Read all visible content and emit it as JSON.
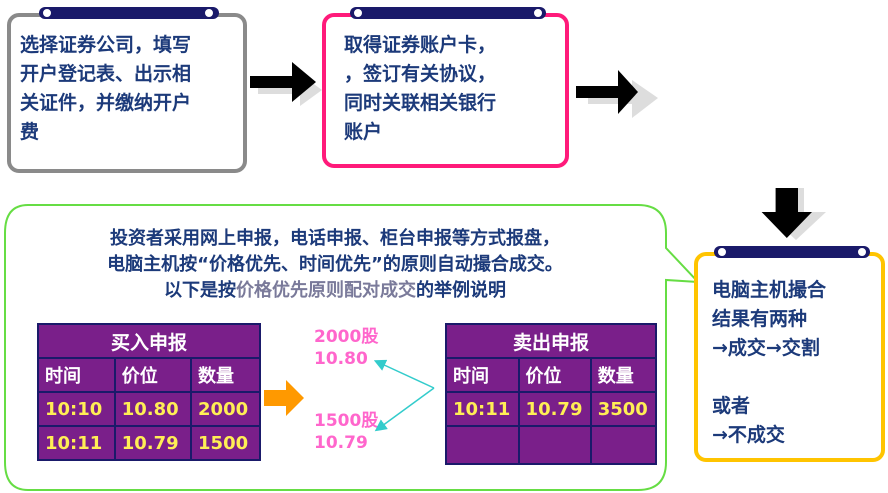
{
  "step1": {
    "text": "选择证券公司，填写\n开户登记表、出示相\n关证件，并缴纳开户\n费"
  },
  "step2": {
    "text": "取得证券账户卡，\n，签订有关协议，\n同时关联相关银行\n账户"
  },
  "bubble": {
    "line1": "投资者采用网上申报，电话申报、柜台申报等方式报盘，",
    "line2": "电脑主机按“价格优先、时间优先”的原则自动撮合成交。",
    "line3_prefix": "以下是按",
    "line3_emph": "价格优先原则配对成交",
    "line3_suffix": "的举例说明"
  },
  "buy_table": {
    "title": "买入申报",
    "headers": [
      "时间",
      "价位",
      "数量"
    ],
    "rows": [
      [
        "10:10",
        "10.80",
        "2000"
      ],
      [
        "10:11",
        "10.79",
        "1500"
      ]
    ]
  },
  "sell_table": {
    "title": "卖出申报",
    "headers": [
      "时间",
      "价位",
      "数量"
    ],
    "rows": [
      [
        "10:11",
        "10.79",
        "3500"
      ]
    ]
  },
  "matches": {
    "first": "2000股\n10.80",
    "second": "1500股\n10.79"
  },
  "result": {
    "text": "电脑主机撮合\n结果有两种\n→成交→交割\n\n或者\n→不成交"
  },
  "colors": {
    "text_blue": "#1c3a7a",
    "card1_border": "#8a8a8a",
    "card2_border": "#ff1a7a",
    "card3_border": "#ffc400",
    "bubble_border": "#66dd44",
    "table_fill": "#7a1f8a",
    "table_value": "#ffee55",
    "shares_pink": "#ff66cc",
    "connector_cyan": "#33cccc",
    "orange_arrow": "#ff9900"
  }
}
